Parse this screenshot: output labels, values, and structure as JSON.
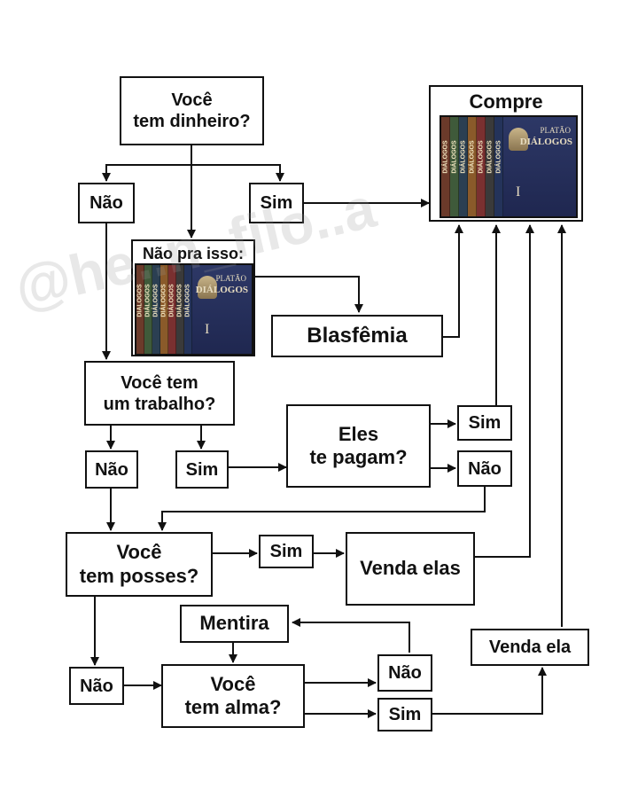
{
  "boxes": {
    "tem_dinheiro": "Você\ntem dinheiro?",
    "nao_1": "Não",
    "sim_1": "Sim",
    "compre": "Compre",
    "nao_pra_isso": "Não pra isso:",
    "blasfemia": "Blasfêmia",
    "tem_trabalho": "Você tem\num trabalho?",
    "nao_2": "Não",
    "sim_2": "Sim",
    "eles_pagam": "Eles\nte pagam?",
    "sim_3": "Sim",
    "nao_3": "Não",
    "tem_posses": "Você\ntem posses?",
    "sim_4": "Sim",
    "venda_elas": "Venda elas",
    "mentira": "Mentira",
    "nao_4": "Não",
    "tem_alma": "Você\ntem alma?",
    "nao_5": "Não",
    "sim_5": "Sim",
    "venda_ela": "Venda ela"
  },
  "books": {
    "series": "PLATÃO",
    "title": "DIÁLOGOS",
    "volume": "I",
    "spine_label": "DIÁLOGOS"
  },
  "watermark": "@he..n_filo..a",
  "colors": {
    "line": "#111111",
    "box_border": "#111111",
    "book_cover": "#26305a",
    "book_spines": [
      "#6b3a2a",
      "#3f5a3a",
      "#2b3f52",
      "#8a5a2a",
      "#7a3030",
      "#3a3a3a",
      "#24335a"
    ]
  }
}
